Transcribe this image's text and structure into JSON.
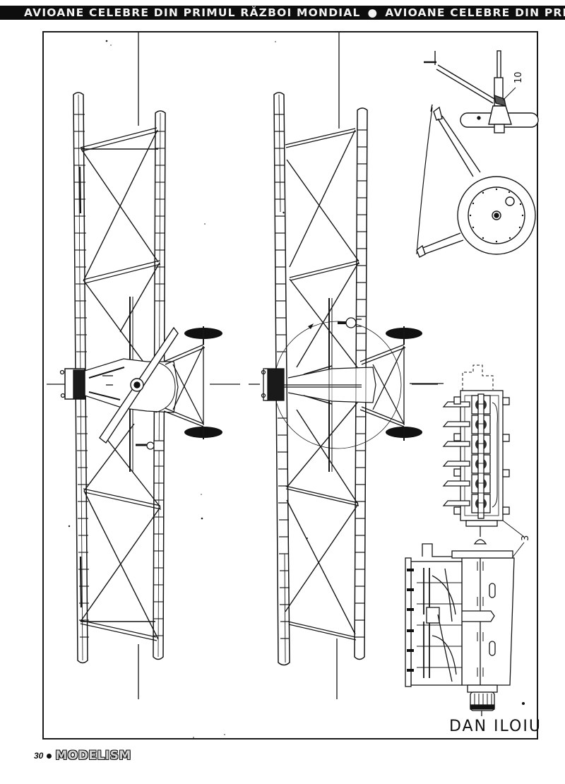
{
  "header": {
    "banner_segments": [
      "AVIOANE CELEBRE DIN PRIMUL RĂZBOI MONDIAL",
      "AVIOANE CELEBRE DIN PRIMUL"
    ],
    "separator": "●"
  },
  "drawing": {
    "views": [
      {
        "name": "top-view",
        "description": "Biplane plan view from above with propeller, radiator and landing gear"
      },
      {
        "name": "bottom-view",
        "description": "Biplane plan view from below with cockpit and wheel gear"
      },
      {
        "name": "landing-gear-detail",
        "description": "Landing gear strut and wheel detail"
      },
      {
        "name": "engine-top-detail",
        "description": "Six-cylinder inline engine, top view"
      },
      {
        "name": "engine-side-detail",
        "description": "Six-cylinder inline engine, side view"
      }
    ],
    "callouts": {
      "gear_ref": "10",
      "engine_ref": "3"
    },
    "author": "DAN ILOIU"
  },
  "footer": {
    "page_number": "30",
    "separator": "●",
    "magazine": "MODELISM"
  }
}
